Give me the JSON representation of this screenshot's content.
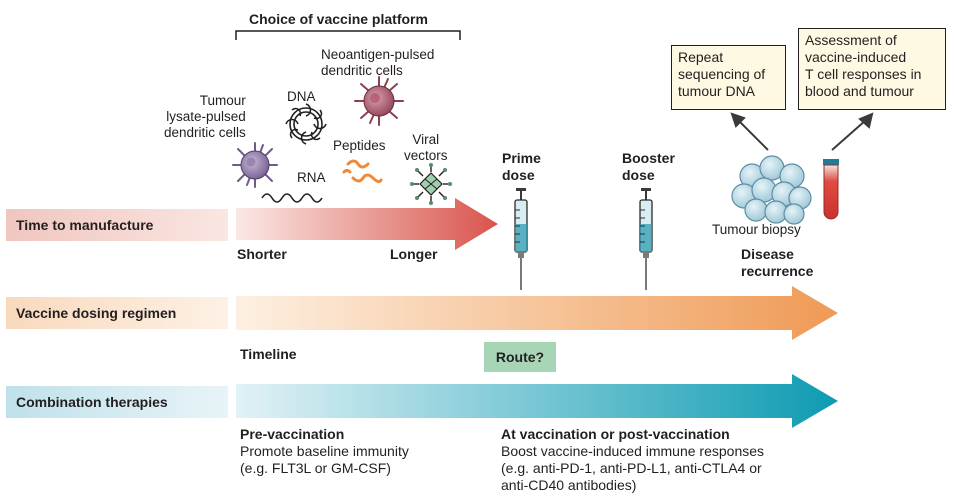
{
  "platform": {
    "title": "Choice of vaccine platform",
    "items": {
      "tumour_lysate_dc": "Tumour\nlysate-pulsed\ndendritic cells",
      "dna": "DNA",
      "rna": "RNA",
      "neoantigen_dc": "Neoantigen-pulsed\ndendritic cells",
      "peptides": "Peptides",
      "viral_vectors": "Viral\nvectors"
    }
  },
  "doses": {
    "prime": "Prime\ndose",
    "booster": "Booster\ndose"
  },
  "boxes": {
    "repeat_sequencing": "Repeat\nsequencing of\ntumour DNA",
    "assessment": "Assessment of\nvaccine-induced\nT cell responses in\nblood and tumour"
  },
  "tumour_biopsy": "Tumour biopsy",
  "disease_recurrence": "Disease\nrecurrence",
  "bands": {
    "manufacture": {
      "label": "Time to manufacture",
      "start": "Shorter",
      "end": "Longer"
    },
    "dosing": {
      "label": "Vaccine dosing regimen",
      "timeline": "Timeline",
      "route": "Route?"
    },
    "combination": {
      "label": "Combination therapies"
    }
  },
  "pre_vaccination": {
    "title": "Pre-vaccination",
    "line1": "Promote baseline immunity",
    "line2": "(e.g. FLT3L or GM-CSF)"
  },
  "post_vaccination": {
    "title": "At vaccination or post-vaccination",
    "line1": "Boost vaccine-induced immune responses",
    "line2": "(e.g. anti-PD-1, anti-PD-L1, anti-CTLA4 or",
    "line3": "anti-CD40 antibodies)"
  },
  "colors": {
    "manufacture_arrow_start": "#fbe9e6",
    "manufacture_arrow_end": "#d9544d",
    "manufacture_label_bg": "#f3cfc9",
    "dosing_arrow_start": "#fdf0e2",
    "dosing_arrow_end": "#ef9a55",
    "dosing_label_bg": "#fbe0c8",
    "combination_arrow_start": "#e2f2f6",
    "combination_arrow_end": "#0d9bb2",
    "combination_label_bg": "#c9e6ee",
    "route_bg": "#a7d5b6",
    "box_bg": "#fdf9e3"
  }
}
